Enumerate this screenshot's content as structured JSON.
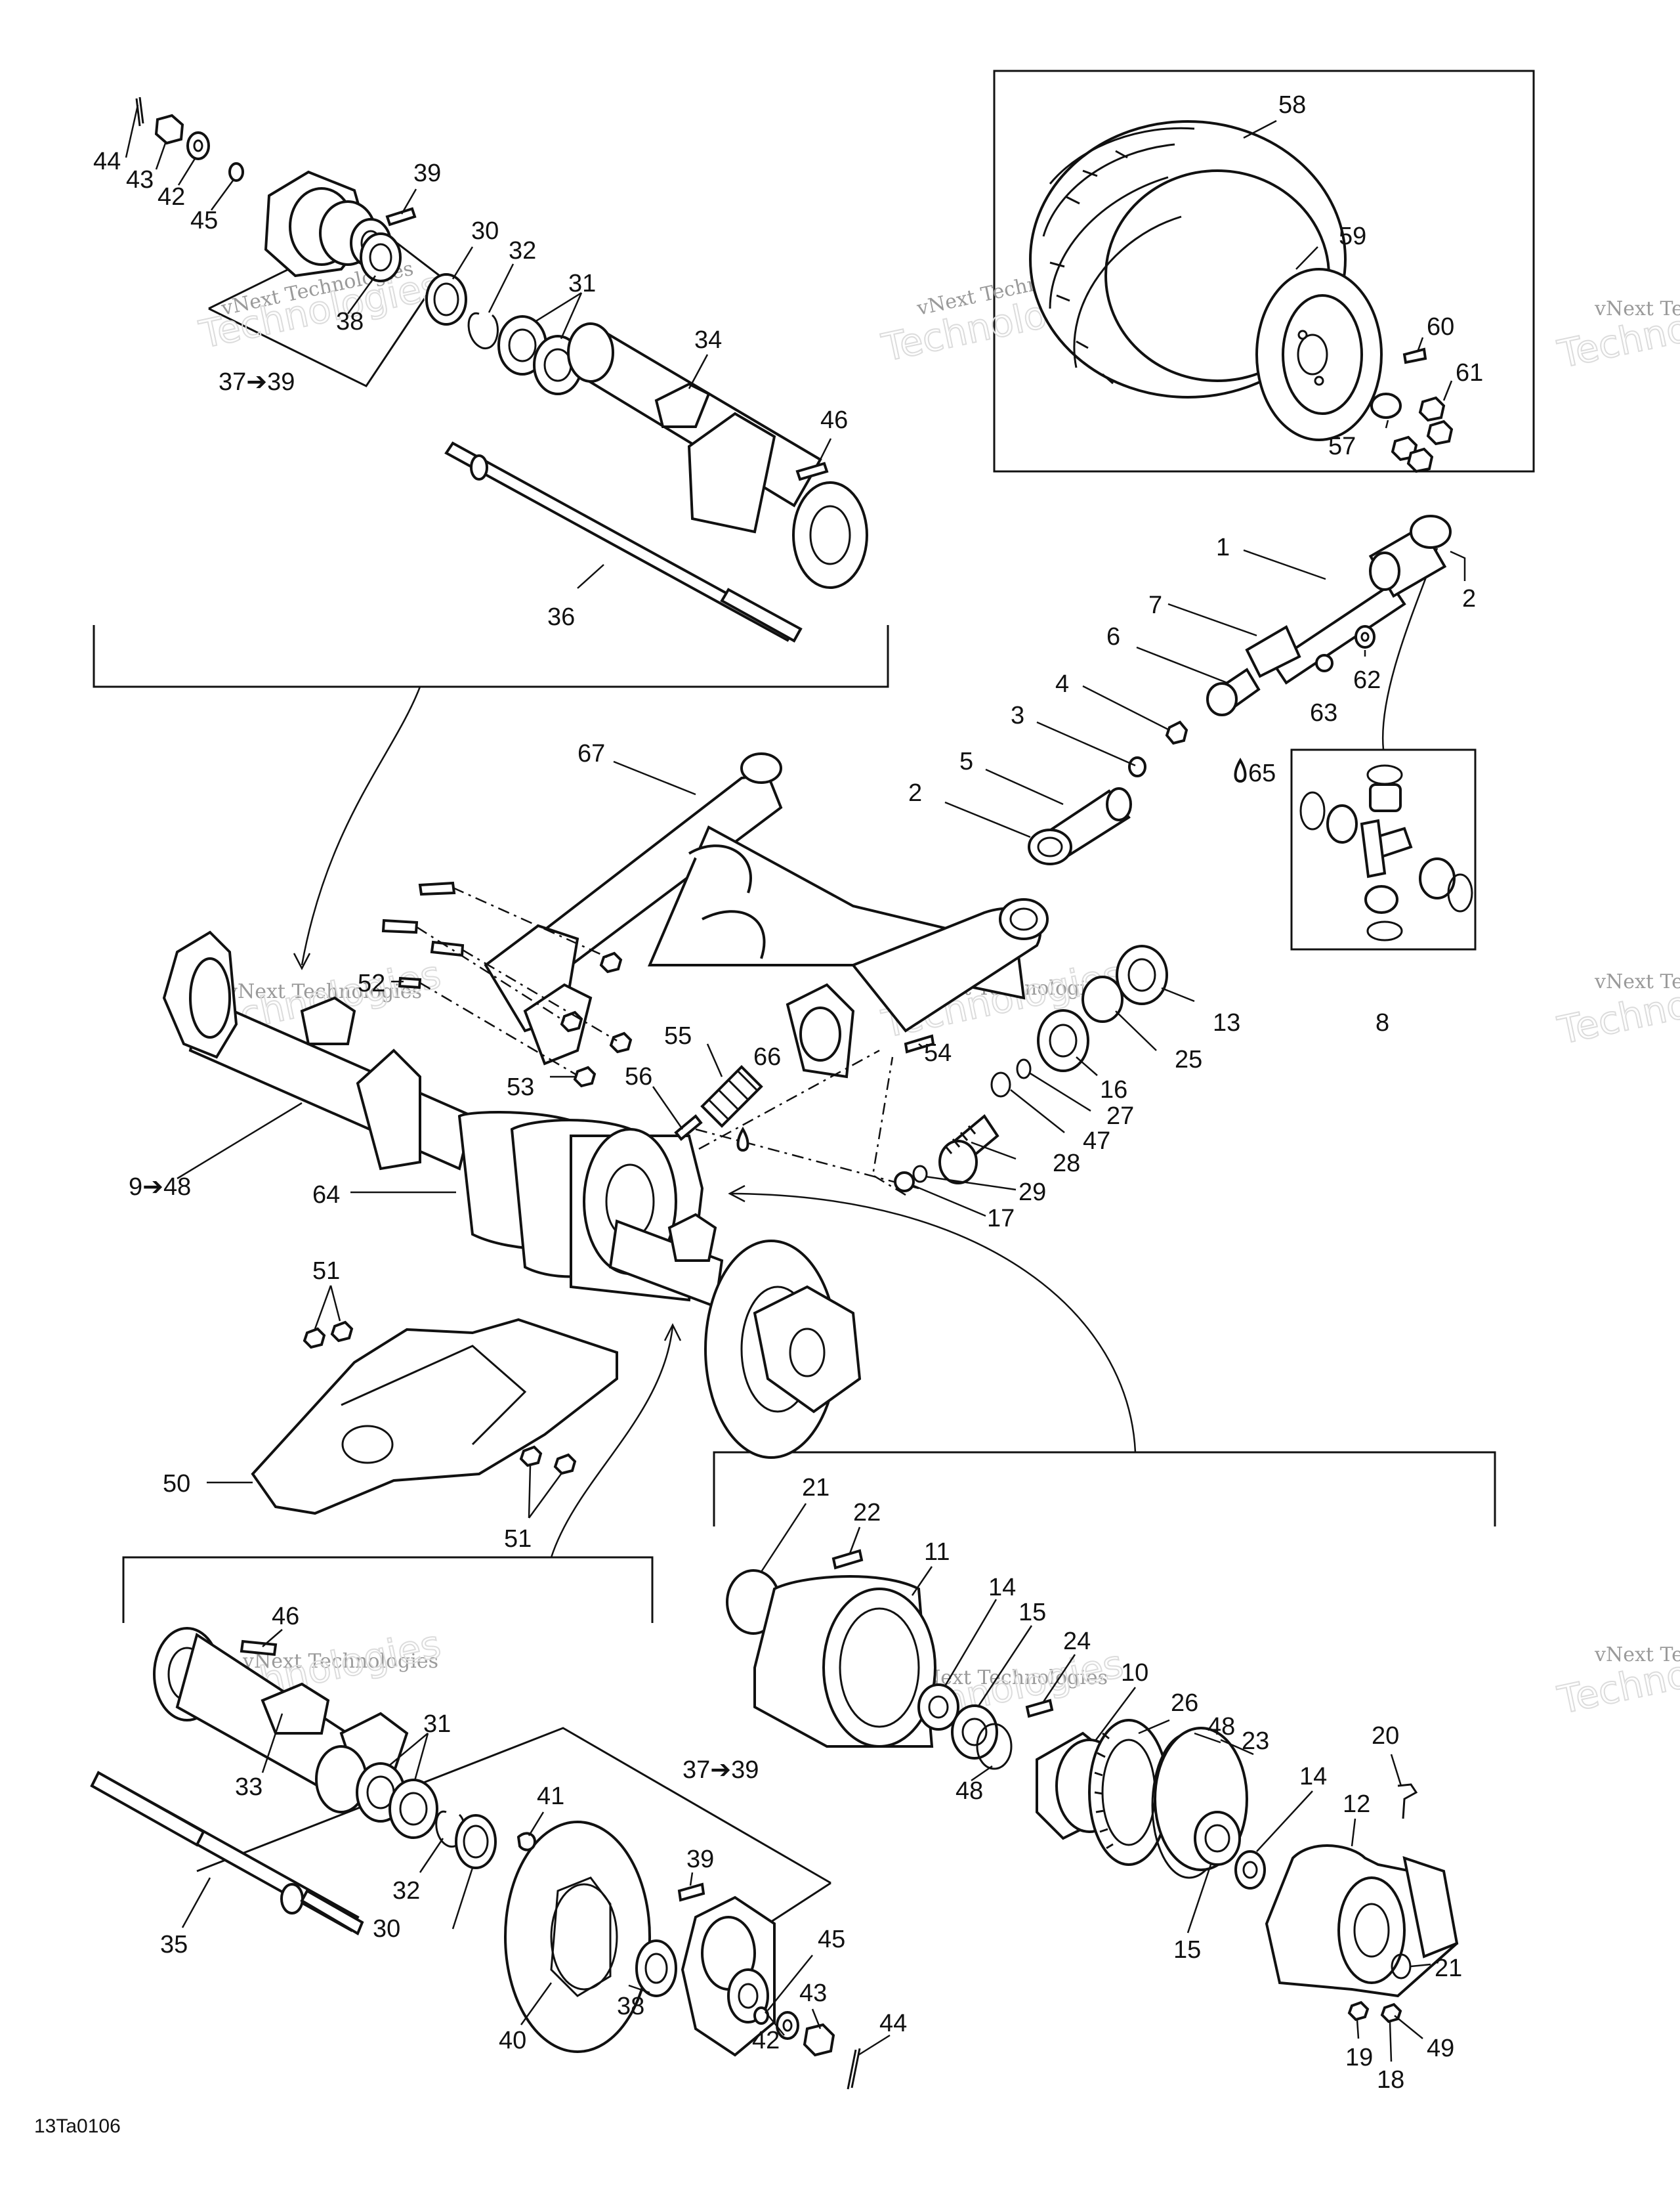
{
  "watermark": {
    "text": "vNext Technologies",
    "big_text": "Technologies"
  },
  "figure_code": "13Ta0106",
  "callouts": {
    "c44a": "44",
    "c43a": "43",
    "c42a": "42",
    "c45a": "45",
    "c39a": "39",
    "c38a": "38",
    "c37a": "37➔39",
    "c30a": "30",
    "c32a": "32",
    "c31a": "31",
    "c34": "34",
    "c46a": "46",
    "c36": "36",
    "c58": "58",
    "c59": "59",
    "c60": "60",
    "c61": "61",
    "c57": "57",
    "c1": "1",
    "c2a": "2",
    "c7": "7",
    "c6": "6",
    "c62": "62",
    "c4": "4",
    "c63": "63",
    "c3": "3",
    "c65": "65",
    "c5": "5",
    "c2b": "2",
    "c67": "67",
    "c8": "8",
    "c13": "13",
    "c25": "25",
    "c16": "16",
    "c27": "27",
    "c47": "47",
    "c28": "28",
    "c29": "29",
    "c17": "17",
    "c54": "54",
    "c55": "55",
    "c56": "56",
    "c66": "66",
    "c52": "52",
    "c53": "53",
    "c948": "9➔48",
    "c64": "64",
    "c51a": "51",
    "c50": "50",
    "c51b": "51",
    "c46b": "46",
    "c31b": "31",
    "c33": "33",
    "c32b": "32",
    "c30b": "30",
    "c35": "35",
    "c41": "41",
    "c37b": "37➔39",
    "c39b": "39",
    "c45b": "45",
    "c43b": "43",
    "c44b": "44",
    "c40": "40",
    "c38b": "38",
    "c42b": "42",
    "c21a": "21",
    "c22": "22",
    "c11": "11",
    "c14a": "14",
    "c15a": "15",
    "c24": "24",
    "c10": "10",
    "c48a": "48",
    "c26": "26",
    "c48b": "48",
    "c23": "23",
    "c20": "20",
    "c14b": "14",
    "c12": "12",
    "c15b": "15",
    "c21b": "21",
    "c49": "49",
    "c19": "19",
    "c18": "18"
  }
}
